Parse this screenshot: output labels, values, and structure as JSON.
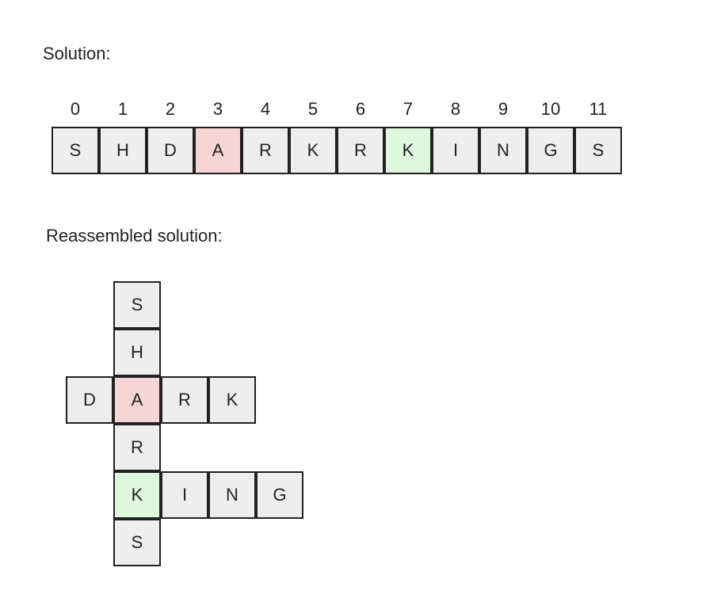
{
  "headings": {
    "solution": "Solution:",
    "reassembled": "Reassembled solution:"
  },
  "colors": {
    "cell_default": "#eeeeee",
    "cell_red": "#f8d5d5",
    "cell_green": "#ddf8dd",
    "border": "#222222"
  },
  "strip": {
    "indices": [
      "0",
      "1",
      "2",
      "3",
      "4",
      "5",
      "6",
      "7",
      "8",
      "9",
      "10",
      "11"
    ],
    "letters": [
      "S",
      "H",
      "D",
      "A",
      "R",
      "K",
      "R",
      "K",
      "I",
      "N",
      "G",
      "S"
    ],
    "highlight": [
      "none",
      "none",
      "none",
      "red",
      "none",
      "none",
      "none",
      "green",
      "none",
      "none",
      "none",
      "none"
    ]
  },
  "grid": {
    "cells": [
      {
        "letter": "S",
        "row": 0,
        "col": 1,
        "highlight": "none"
      },
      {
        "letter": "H",
        "row": 1,
        "col": 1,
        "highlight": "none"
      },
      {
        "letter": "D",
        "row": 2,
        "col": 0,
        "highlight": "none"
      },
      {
        "letter": "A",
        "row": 2,
        "col": 1,
        "highlight": "red"
      },
      {
        "letter": "R",
        "row": 2,
        "col": 2,
        "highlight": "none"
      },
      {
        "letter": "K",
        "row": 2,
        "col": 3,
        "highlight": "none"
      },
      {
        "letter": "R",
        "row": 3,
        "col": 1,
        "highlight": "none"
      },
      {
        "letter": "K",
        "row": 4,
        "col": 1,
        "highlight": "green"
      },
      {
        "letter": "I",
        "row": 4,
        "col": 2,
        "highlight": "none"
      },
      {
        "letter": "N",
        "row": 4,
        "col": 3,
        "highlight": "none"
      },
      {
        "letter": "G",
        "row": 4,
        "col": 4,
        "highlight": "none"
      },
      {
        "letter": "S",
        "row": 5,
        "col": 1,
        "highlight": "none"
      }
    ]
  }
}
